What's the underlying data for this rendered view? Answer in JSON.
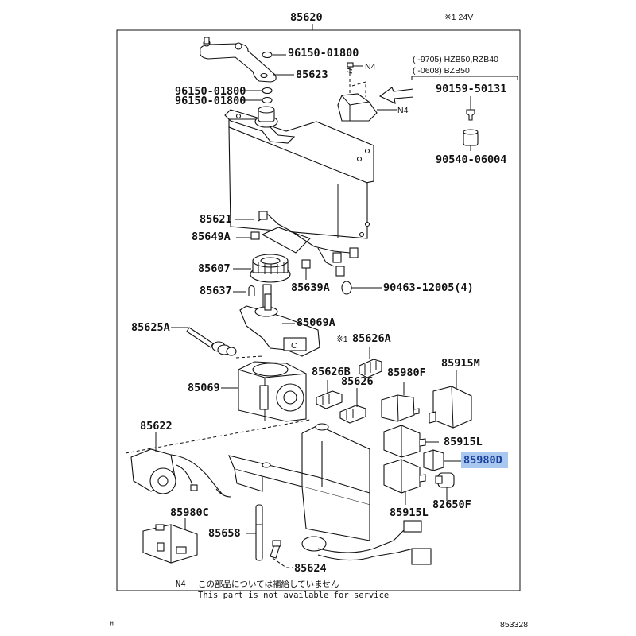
{
  "diagram": {
    "title_part_number": "85620",
    "voltage_note": "※1 24V",
    "catalog_number": "853328",
    "corner_mark": "ᴴ",
    "highlight_color": "#a8c8f0",
    "highlighted_part": "85980D",
    "applicability": {
      "line1": "(      -9705) HZB50,RZB40",
      "line2": "(      -0608) BZB50"
    },
    "note": {
      "code": "N4",
      "japanese": "この部品については補給していません",
      "english": "This part is not available for service"
    },
    "labels": {
      "p96150_a": "96150-01800",
      "p85623": "85623",
      "n4_bolt": "N4",
      "n4_cover": "N4",
      "p96150_b": "96150-01800",
      "p96150_c": "96150-01800",
      "p90159": "90159-50131",
      "p90540": "90540-06004",
      "p85621": "85621",
      "p85649A": "85649A",
      "p85607": "85607",
      "p85637": "85637",
      "p85639A": "85639A",
      "p90463": "90463-12005(4)",
      "p85625A": "85625A",
      "p85069A": "85069A",
      "p85626A_mark": "※1",
      "p85626A": "85626A",
      "p85069": "85069",
      "p85626B": "85626B",
      "p85626": "85626",
      "p85980F": "85980F",
      "p85915M": "85915M",
      "p85622": "85622",
      "p85915L_a": "85915L",
      "p85980D": "85980D",
      "p85980C": "85980C",
      "p85658": "85658",
      "p85915L_b": "85915L",
      "p82650F": "82650F",
      "p85624": "85624"
    }
  }
}
